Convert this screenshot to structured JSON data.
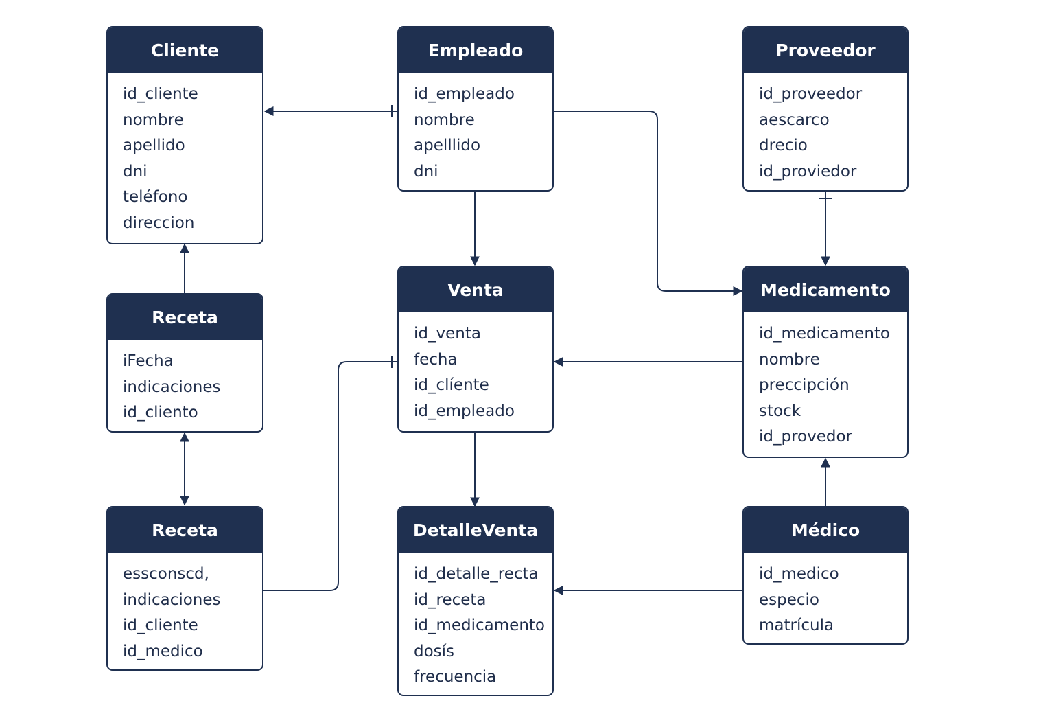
{
  "colors": {
    "header": "#1f3050",
    "line": "#1f3050",
    "text": "#1f2d4a",
    "background": "#ffffff"
  },
  "entities": {
    "cliente": {
      "title": "Cliente",
      "fields": [
        "id_cliente",
        "nombre",
        "apellido",
        "dni",
        "teléfono",
        "direccion"
      ]
    },
    "empleado": {
      "title": "Empleado",
      "fields": [
        "id_empleado",
        "nombre",
        "apelllido",
        "dni"
      ]
    },
    "proveedor": {
      "title": "Proveedor",
      "fields": [
        "id_proveedor",
        "aescarco",
        "drecio",
        "id_proviedor"
      ]
    },
    "receta_top": {
      "title": "Receta",
      "fields": [
        "iFecha",
        "indicaciones",
        "id_cliento"
      ]
    },
    "venta": {
      "title": "Venta",
      "fields": [
        "id_venta",
        "fecha",
        "id_clíente",
        "id_empleado"
      ]
    },
    "medicamento": {
      "title": "Medicamento",
      "fields": [
        "id_medicamento",
        "nombre",
        "preccipción",
        "stock",
        "id_provedor"
      ]
    },
    "receta_bottom": {
      "title": "Receta",
      "fields": [
        "essconscd,",
        "indicaciones",
        "id_cliente",
        "id_medico"
      ]
    },
    "detalle_venta": {
      "title": "DetalleVenta",
      "fields": [
        "id_detalle_recta",
        "id_receta",
        "id_medicamento",
        "dosís",
        "frecuencia"
      ]
    },
    "medico": {
      "title": "Médico",
      "fields": [
        "id_medico",
        "especio",
        "matrícula"
      ]
    }
  }
}
